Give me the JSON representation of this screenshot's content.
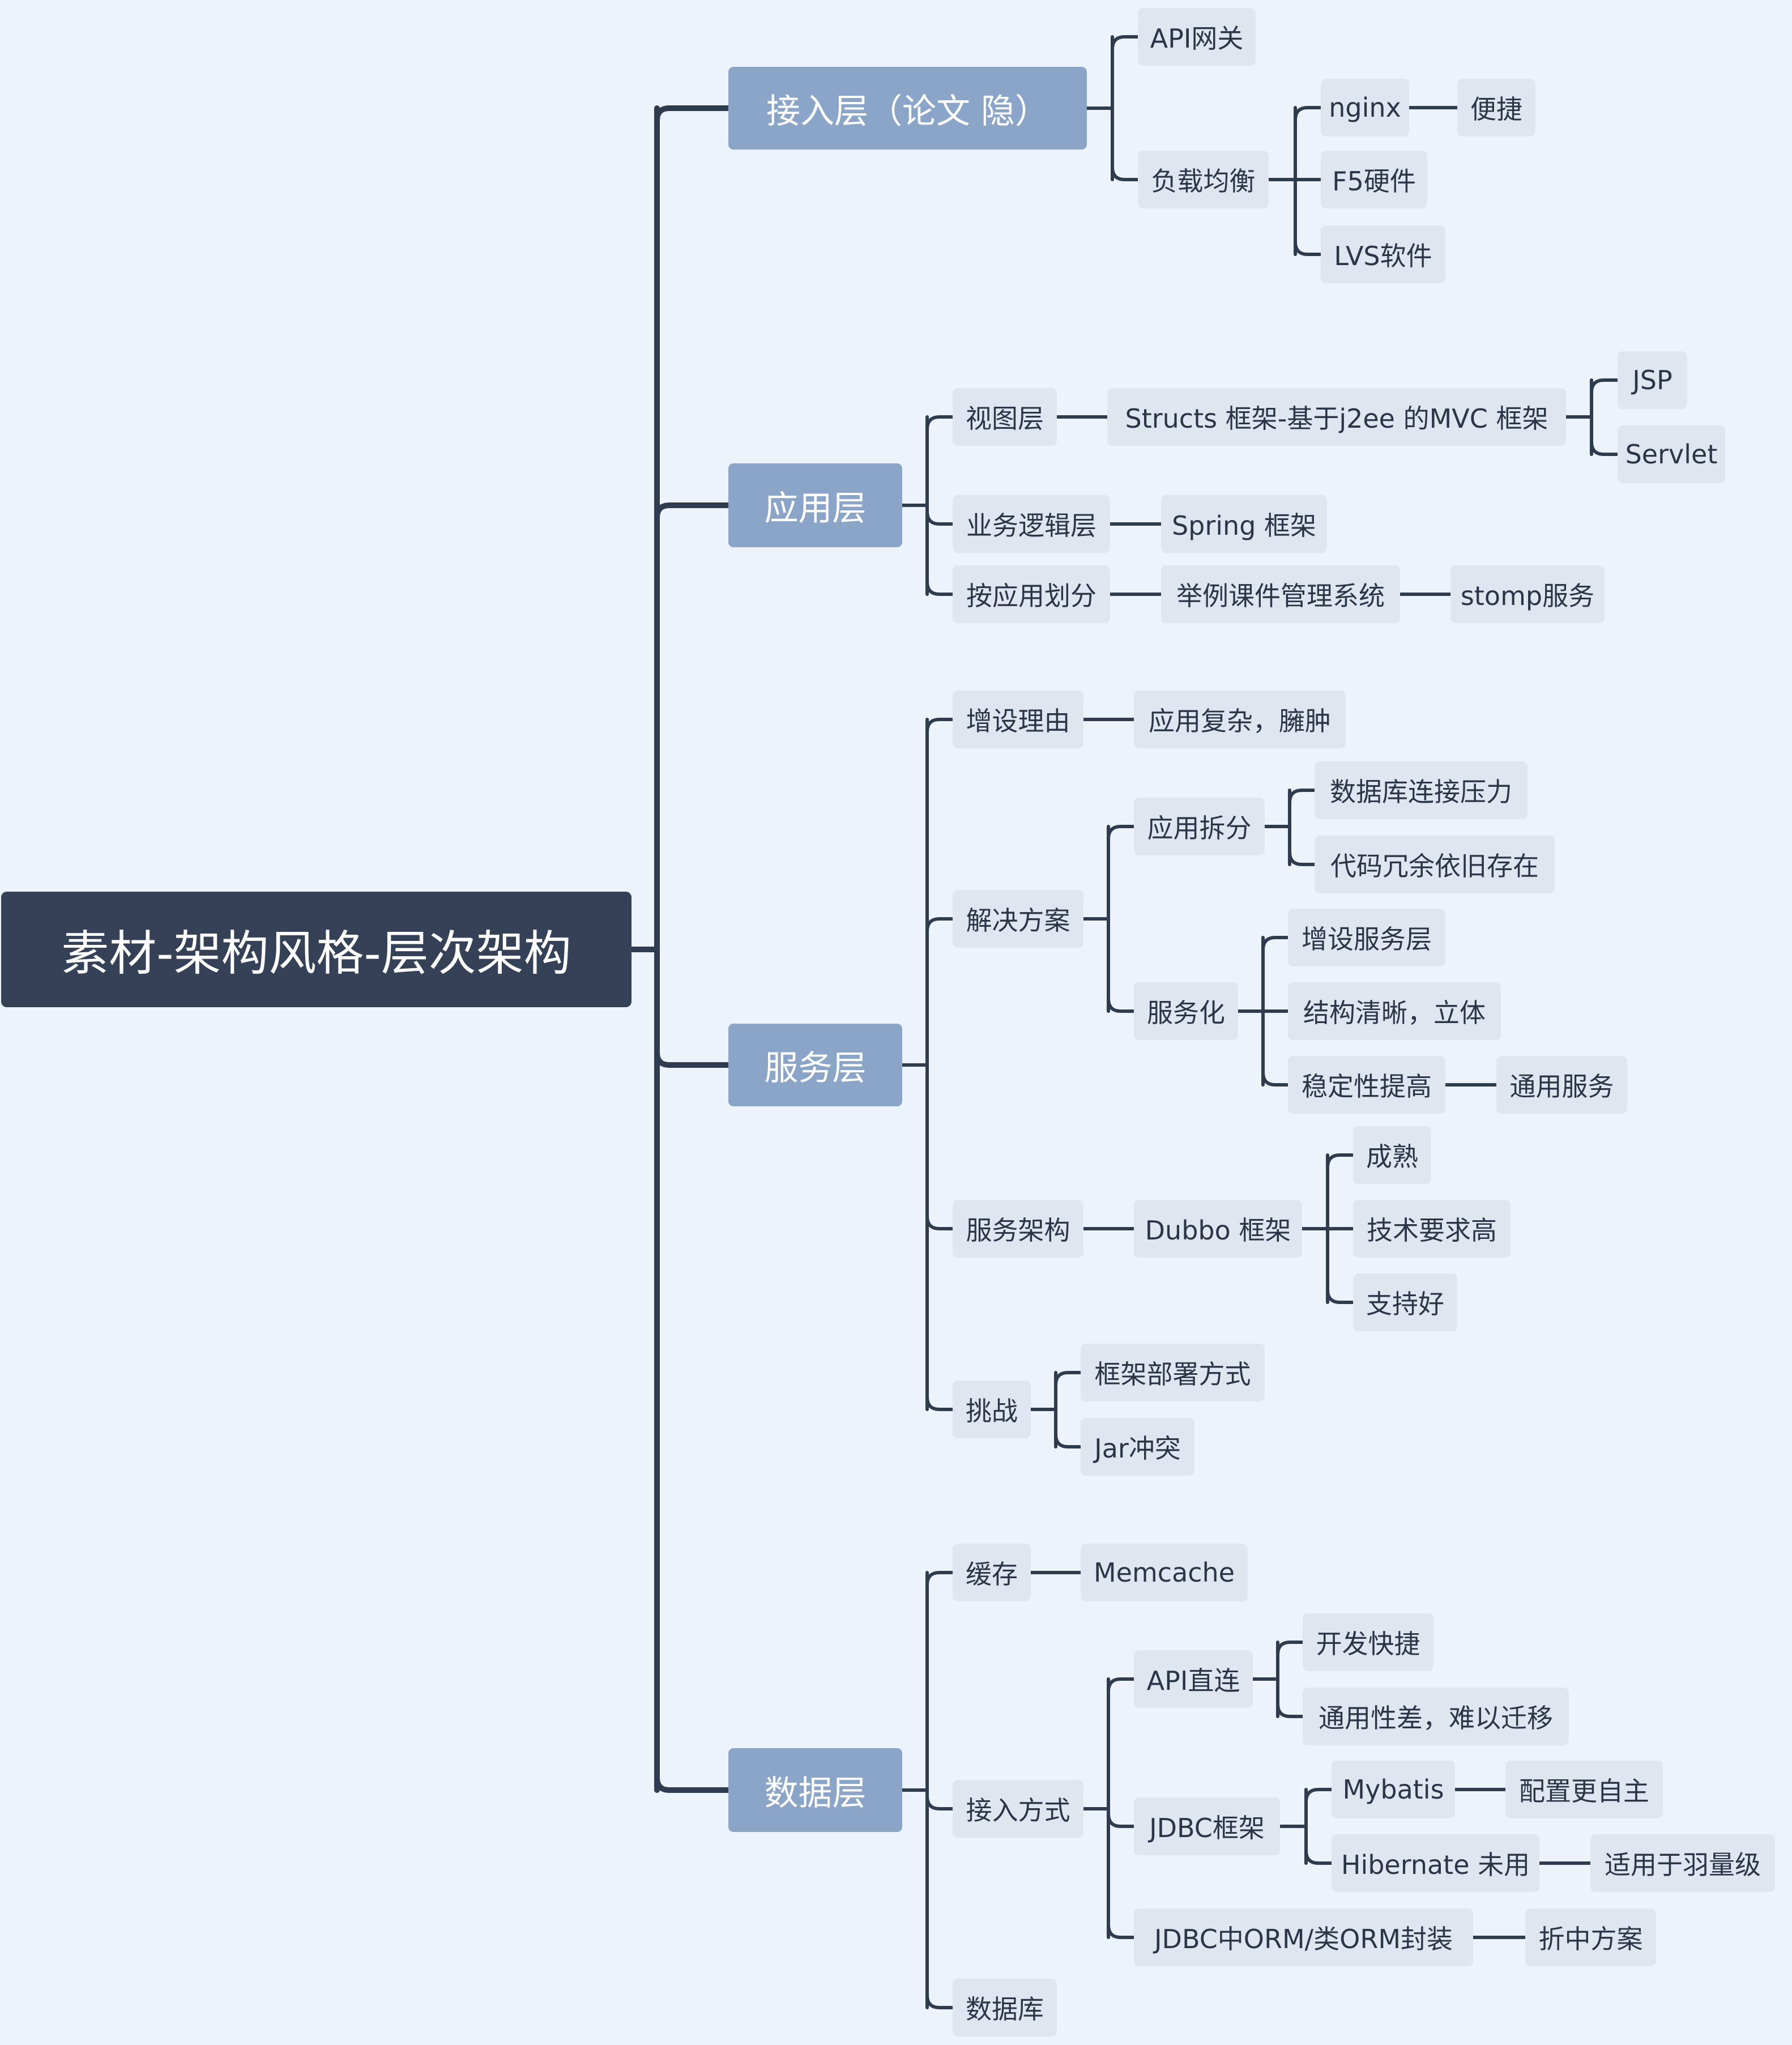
{
  "colors": {
    "background": "#edf3fa",
    "root_fill": "#354157",
    "layer_fill": "#8aa5c8",
    "leaf_fill": "#dfe6ef",
    "line": "#2f3b4f",
    "text_dark": "#2b3548"
  },
  "map": {
    "root": "素材-架构风格-层次架构",
    "layers": {
      "access": {
        "label": "接入层（论文 隐）",
        "api_gateway": "API网关",
        "load_balance": {
          "label": "负载均衡",
          "nginx": "nginx",
          "convenient": "便捷",
          "f5": "F5硬件",
          "lvs": "LVS软件"
        }
      },
      "application": {
        "label": "应用层",
        "view_layer": {
          "label": "视图层",
          "struts": "Structs 框架-基于j2ee 的MVC 框架",
          "jsp": "JSP",
          "servlet": "Servlet"
        },
        "business_logic": {
          "label": "业务逻辑层",
          "spring": "Spring 框架"
        },
        "by_application": {
          "label": "按应用划分",
          "example": "举例课件管理系统",
          "stomp": "stomp服务"
        }
      },
      "service": {
        "label": "服务层",
        "reason": {
          "label": "增设理由",
          "detail": "应用复杂，臃肿"
        },
        "solution": {
          "label": "解决方案",
          "split": {
            "label": "应用拆分",
            "db_pressure": "数据库连接压力",
            "redundancy": "代码冗余依旧存在"
          },
          "servicize": {
            "label": "服务化",
            "add_layer": "增设服务层",
            "clear": "结构清晰，立体",
            "stability": "稳定性提高",
            "common_service": "通用服务"
          }
        },
        "architecture": {
          "label": "服务架构",
          "dubbo": "Dubbo 框架",
          "mature": "成熟",
          "high_tech": "技术要求高",
          "support": "支持好"
        },
        "challenge": {
          "label": "挑战",
          "deploy": "框架部署方式",
          "jar": "Jar冲突"
        }
      },
      "data": {
        "label": "数据层",
        "cache": {
          "label": "缓存",
          "memcache": "Memcache"
        },
        "access_mode": {
          "label": "接入方式",
          "api_direct": {
            "label": "API直连",
            "fast_dev": "开发快捷",
            "poor_generality": "通用性差，难以迁移"
          },
          "jdbc": {
            "label": "JDBC框架",
            "mybatis": "Mybatis",
            "more_autonomy": "配置更自主",
            "hibernate": "Hibernate 未用",
            "lightweight": "适用于羽量级"
          },
          "orm": {
            "label": "JDBC中ORM/类ORM封装",
            "compromise": "折中方案"
          }
        },
        "database": "数据库"
      }
    }
  }
}
